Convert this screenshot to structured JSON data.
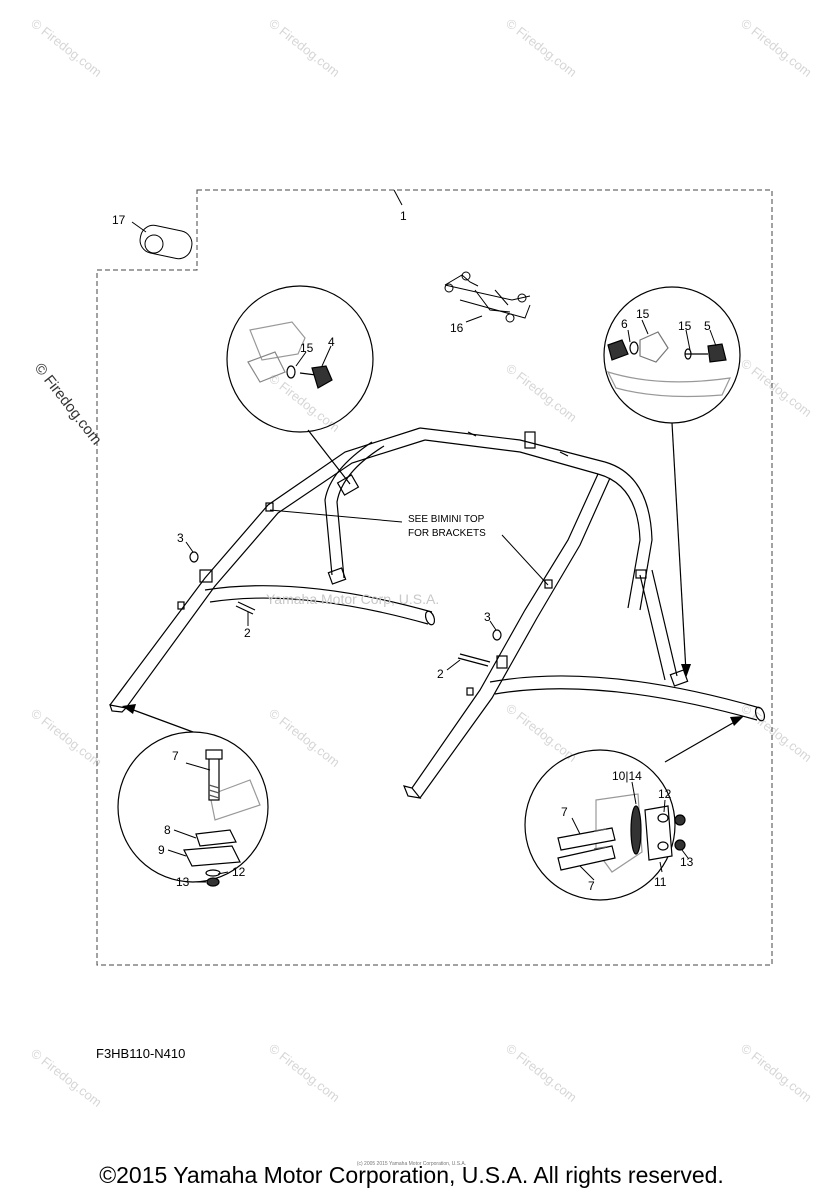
{
  "diagram": {
    "part_labels": {
      "p1": "1",
      "p2a": "2",
      "p2b": "2",
      "p3a": "3",
      "p3b": "3",
      "p4": "4",
      "p5": "5",
      "p6": "6",
      "p7a": "7",
      "p7b": "7",
      "p7c": "7",
      "p8": "8",
      "p9": "9",
      "p1014": "10|14",
      "p11": "11",
      "p12a": "12",
      "p12b": "12",
      "p13a": "13",
      "p13b": "13",
      "p15a": "15",
      "p15b": "15",
      "p15c": "15",
      "p16": "16",
      "p17": "17"
    },
    "note_line1": "SEE BIMINI TOP",
    "note_line2": "FOR BRACKETS",
    "embedded_watermark": "Yamaha Motor Corp, U.S.A.",
    "diagram_code": "F3HB110-N410"
  },
  "watermarks": {
    "text": "© Firedog.com",
    "side_text": "© Firedog.com"
  },
  "footer": {
    "copyright": "©2015 Yamaha Motor Corporation, U.S.A. All rights reserved.",
    "fine_print": "(c) 2005 2015 Yamaha Motor Corporation, U.S.A."
  }
}
